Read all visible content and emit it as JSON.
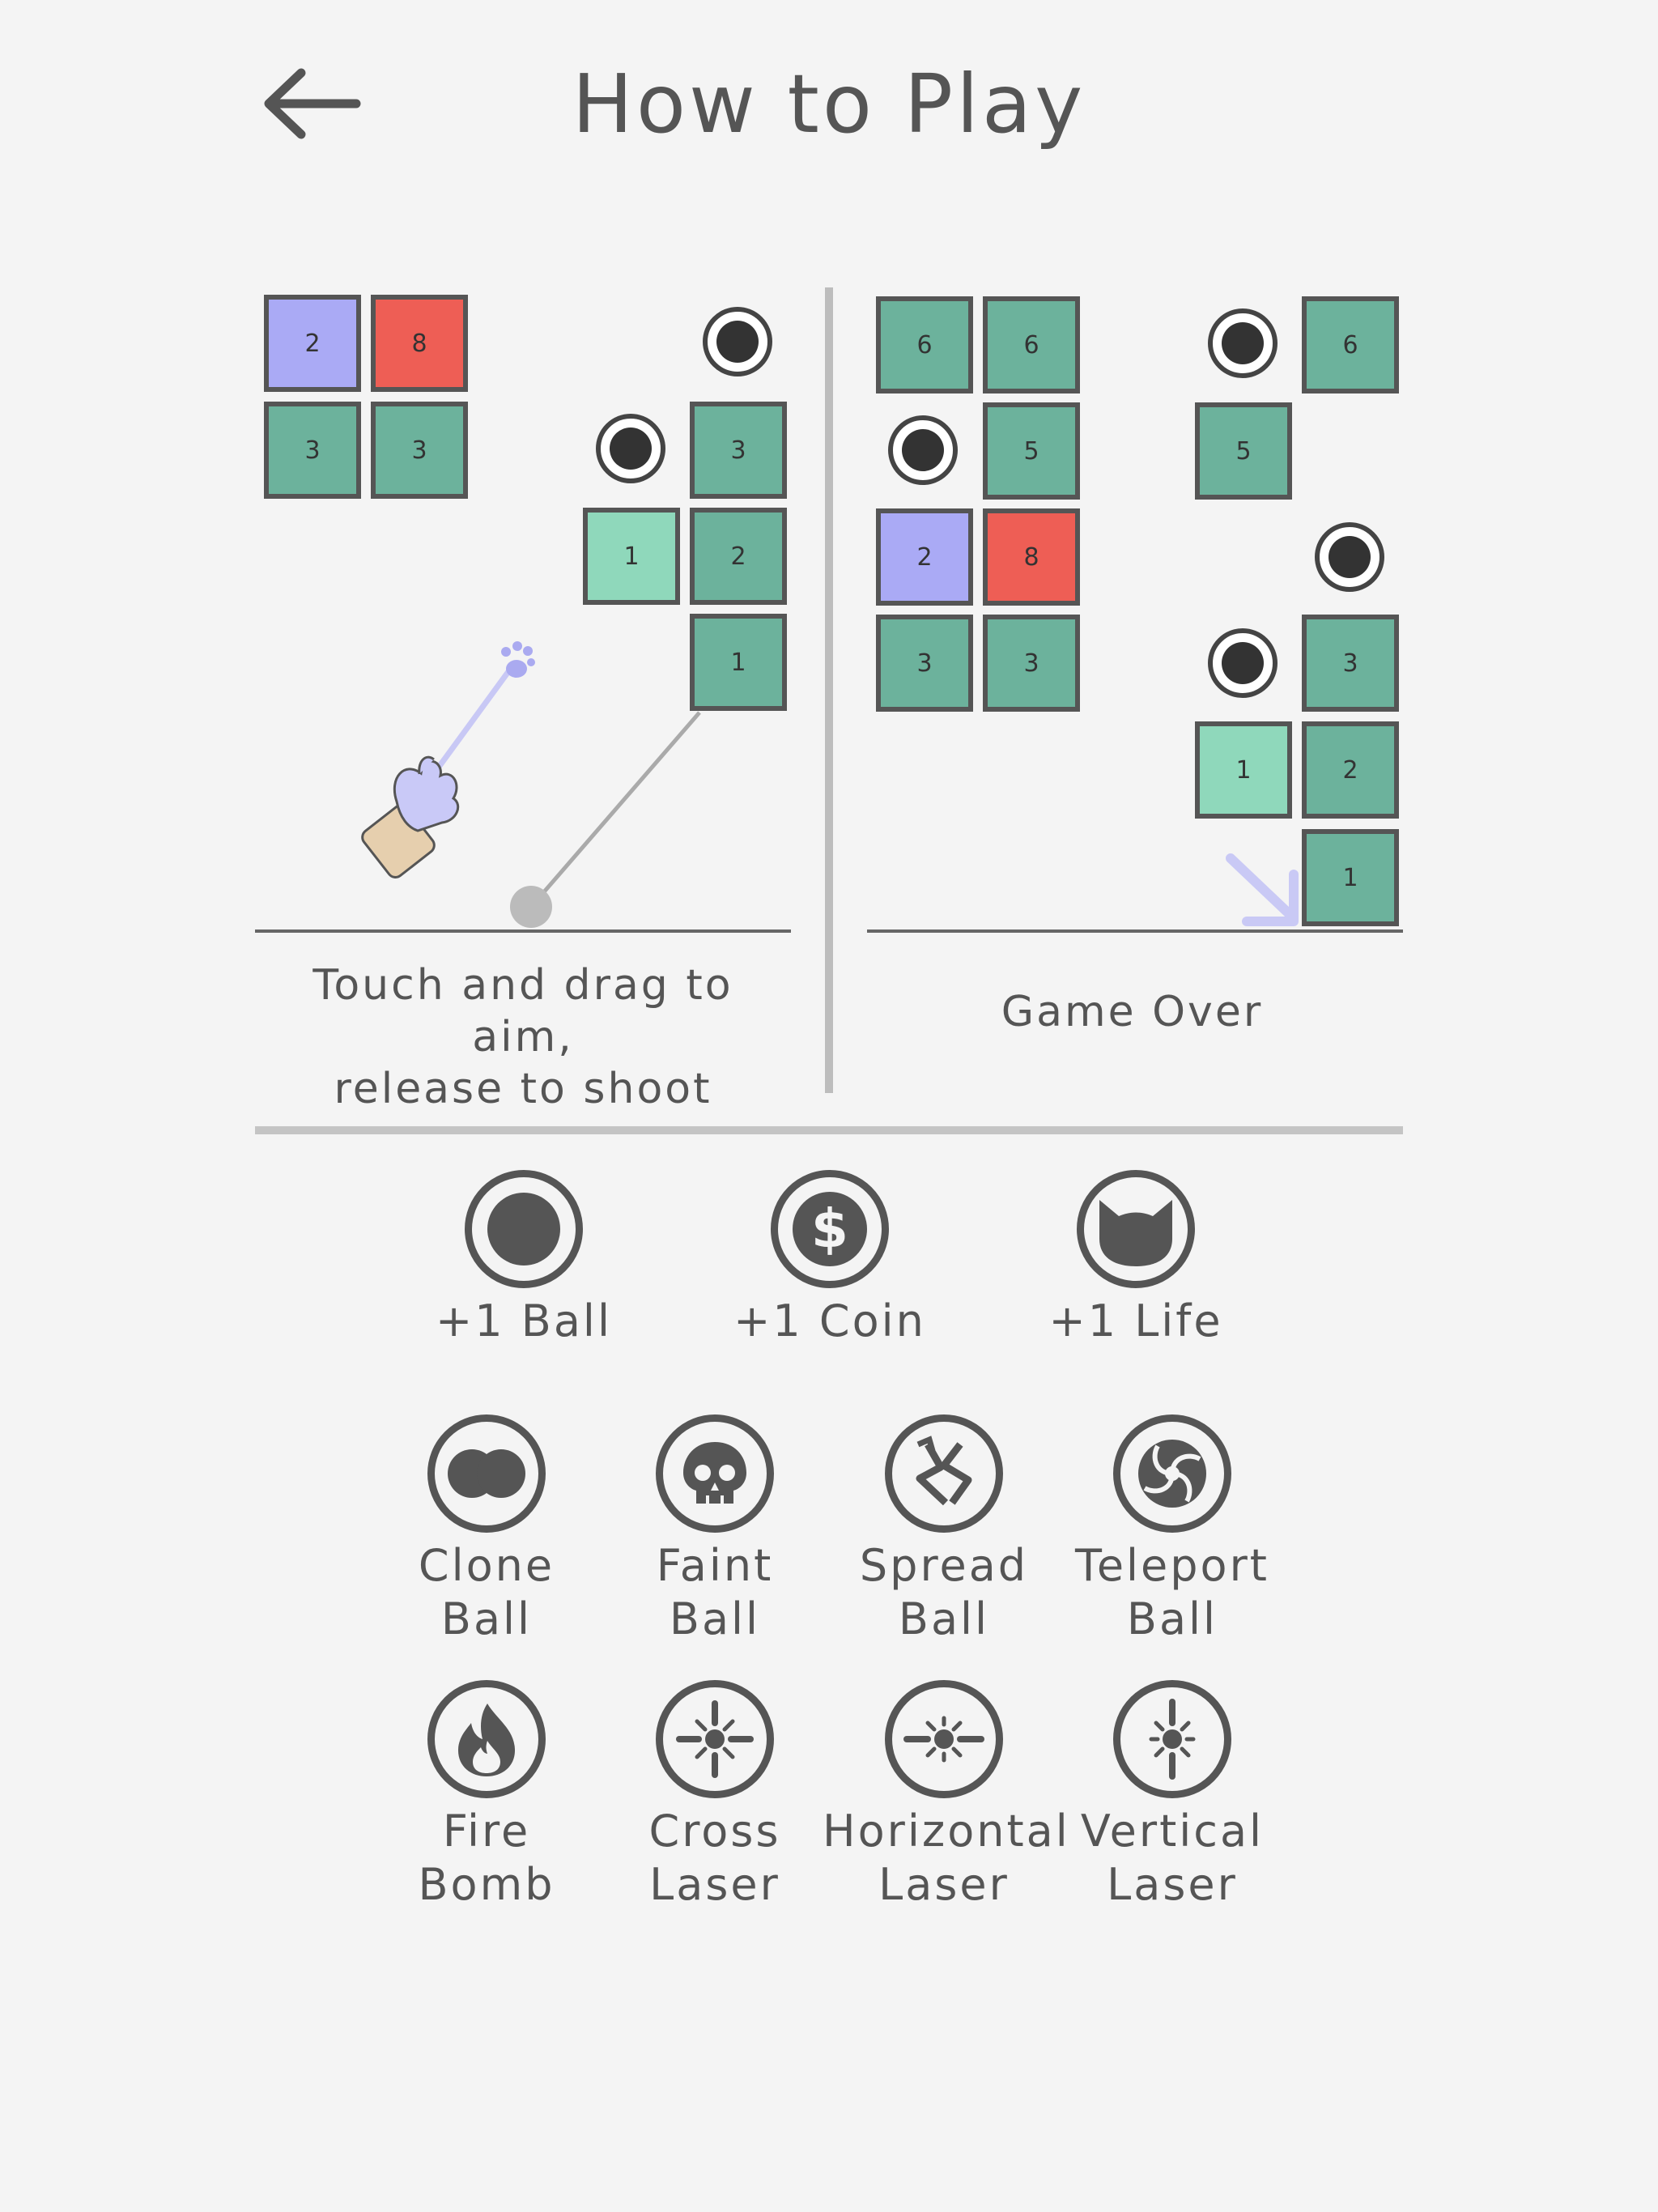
{
  "header": {
    "title": "How to Play",
    "back_icon": "arrow-left-icon"
  },
  "colors": {
    "purple": "#aaaaf5",
    "red": "#ee5e55",
    "teal": "#6cb29c",
    "mint": "#8fd8bb",
    "ink": "#555555"
  },
  "left_panel": {
    "caption_line1": "Touch and drag to aim,",
    "caption_line2": "release to shoot",
    "tiles": [
      {
        "value": "2",
        "color": "#aaaaf5"
      },
      {
        "value": "8",
        "color": "#ee5e55"
      },
      {
        "value": "3",
        "color": "#6cb29c"
      },
      {
        "value": "3",
        "color": "#6cb29c"
      },
      {
        "value": "3",
        "color": "#6cb29c"
      },
      {
        "value": "1",
        "color": "#8fd8bb"
      },
      {
        "value": "2",
        "color": "#6cb29c"
      },
      {
        "value": "1",
        "color": "#6cb29c"
      }
    ]
  },
  "right_panel": {
    "caption": "Game Over",
    "tiles": [
      {
        "value": "6",
        "color": "#6cb29c"
      },
      {
        "value": "6",
        "color": "#6cb29c"
      },
      {
        "value": "5",
        "color": "#6cb29c"
      },
      {
        "value": "2",
        "color": "#aaaaf5"
      },
      {
        "value": "8",
        "color": "#ee5e55"
      },
      {
        "value": "3",
        "color": "#6cb29c"
      },
      {
        "value": "3",
        "color": "#6cb29c"
      },
      {
        "value": "6",
        "color": "#6cb29c"
      },
      {
        "value": "5",
        "color": "#6cb29c"
      },
      {
        "value": "3",
        "color": "#6cb29c"
      },
      {
        "value": "1",
        "color": "#8fd8bb"
      },
      {
        "value": "2",
        "color": "#6cb29c"
      },
      {
        "value": "1",
        "color": "#6cb29c"
      }
    ]
  },
  "pickups": [
    {
      "label": "+1 Ball",
      "icon": "ball-icon"
    },
    {
      "label": "+1 Coin",
      "icon": "dollar-coin-icon"
    },
    {
      "label": "+1 Life",
      "icon": "cat-head-icon"
    }
  ],
  "powerups": [
    {
      "line1": "Clone",
      "line2": "Ball",
      "icon": "clone-ball-icon"
    },
    {
      "line1": "Faint",
      "line2": "Ball",
      "icon": "skull-icon"
    },
    {
      "line1": "Spread",
      "line2": "Ball",
      "icon": "spread-arrows-icon"
    },
    {
      "line1": "Teleport",
      "line2": "Ball",
      "icon": "vortex-icon"
    },
    {
      "line1": "Fire",
      "line2": "Bomb",
      "icon": "flame-icon"
    },
    {
      "line1": "Cross",
      "line2": "Laser",
      "icon": "cross-laser-icon"
    },
    {
      "line1": "Horizontal",
      "line2": "Laser",
      "icon": "horizontal-laser-icon"
    },
    {
      "line1": "Vertical",
      "line2": "Laser",
      "icon": "vertical-laser-icon"
    }
  ]
}
